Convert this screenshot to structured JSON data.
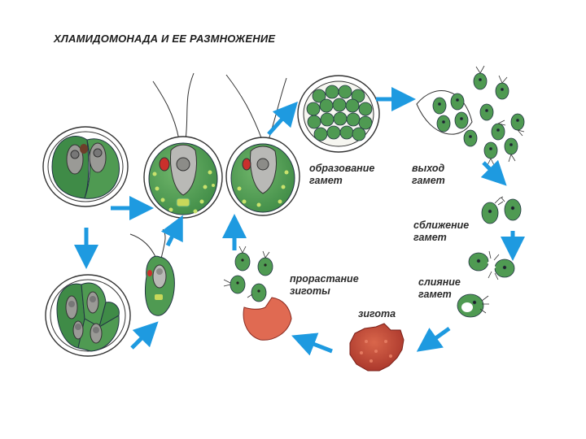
{
  "title": "ХЛАМИДОМОНАДА И ЕЕ РАЗМНОЖЕНИЕ",
  "labels": {
    "gamete_formation": [
      "образование",
      "гамет"
    ],
    "gamete_exit": [
      "выход",
      "гамет"
    ],
    "gamete_approach": [
      "сближение",
      "гамет"
    ],
    "gamete_fusion": [
      "слияние",
      "гамет"
    ],
    "zygote": "зигота",
    "zygote_germination": [
      "прорастание",
      "зиготы"
    ]
  },
  "colors": {
    "cell_green": "#4f9a52",
    "cell_dark": "#2f6f39",
    "chloroplast_light": "#a9cf6a",
    "nucleus_grey": "#b9b9b6",
    "eyespot_red": "#c9302c",
    "arrow_blue": "#1e9ae0",
    "zygote_red": "#c7503e",
    "zygote_shell": "#e06a52"
  }
}
